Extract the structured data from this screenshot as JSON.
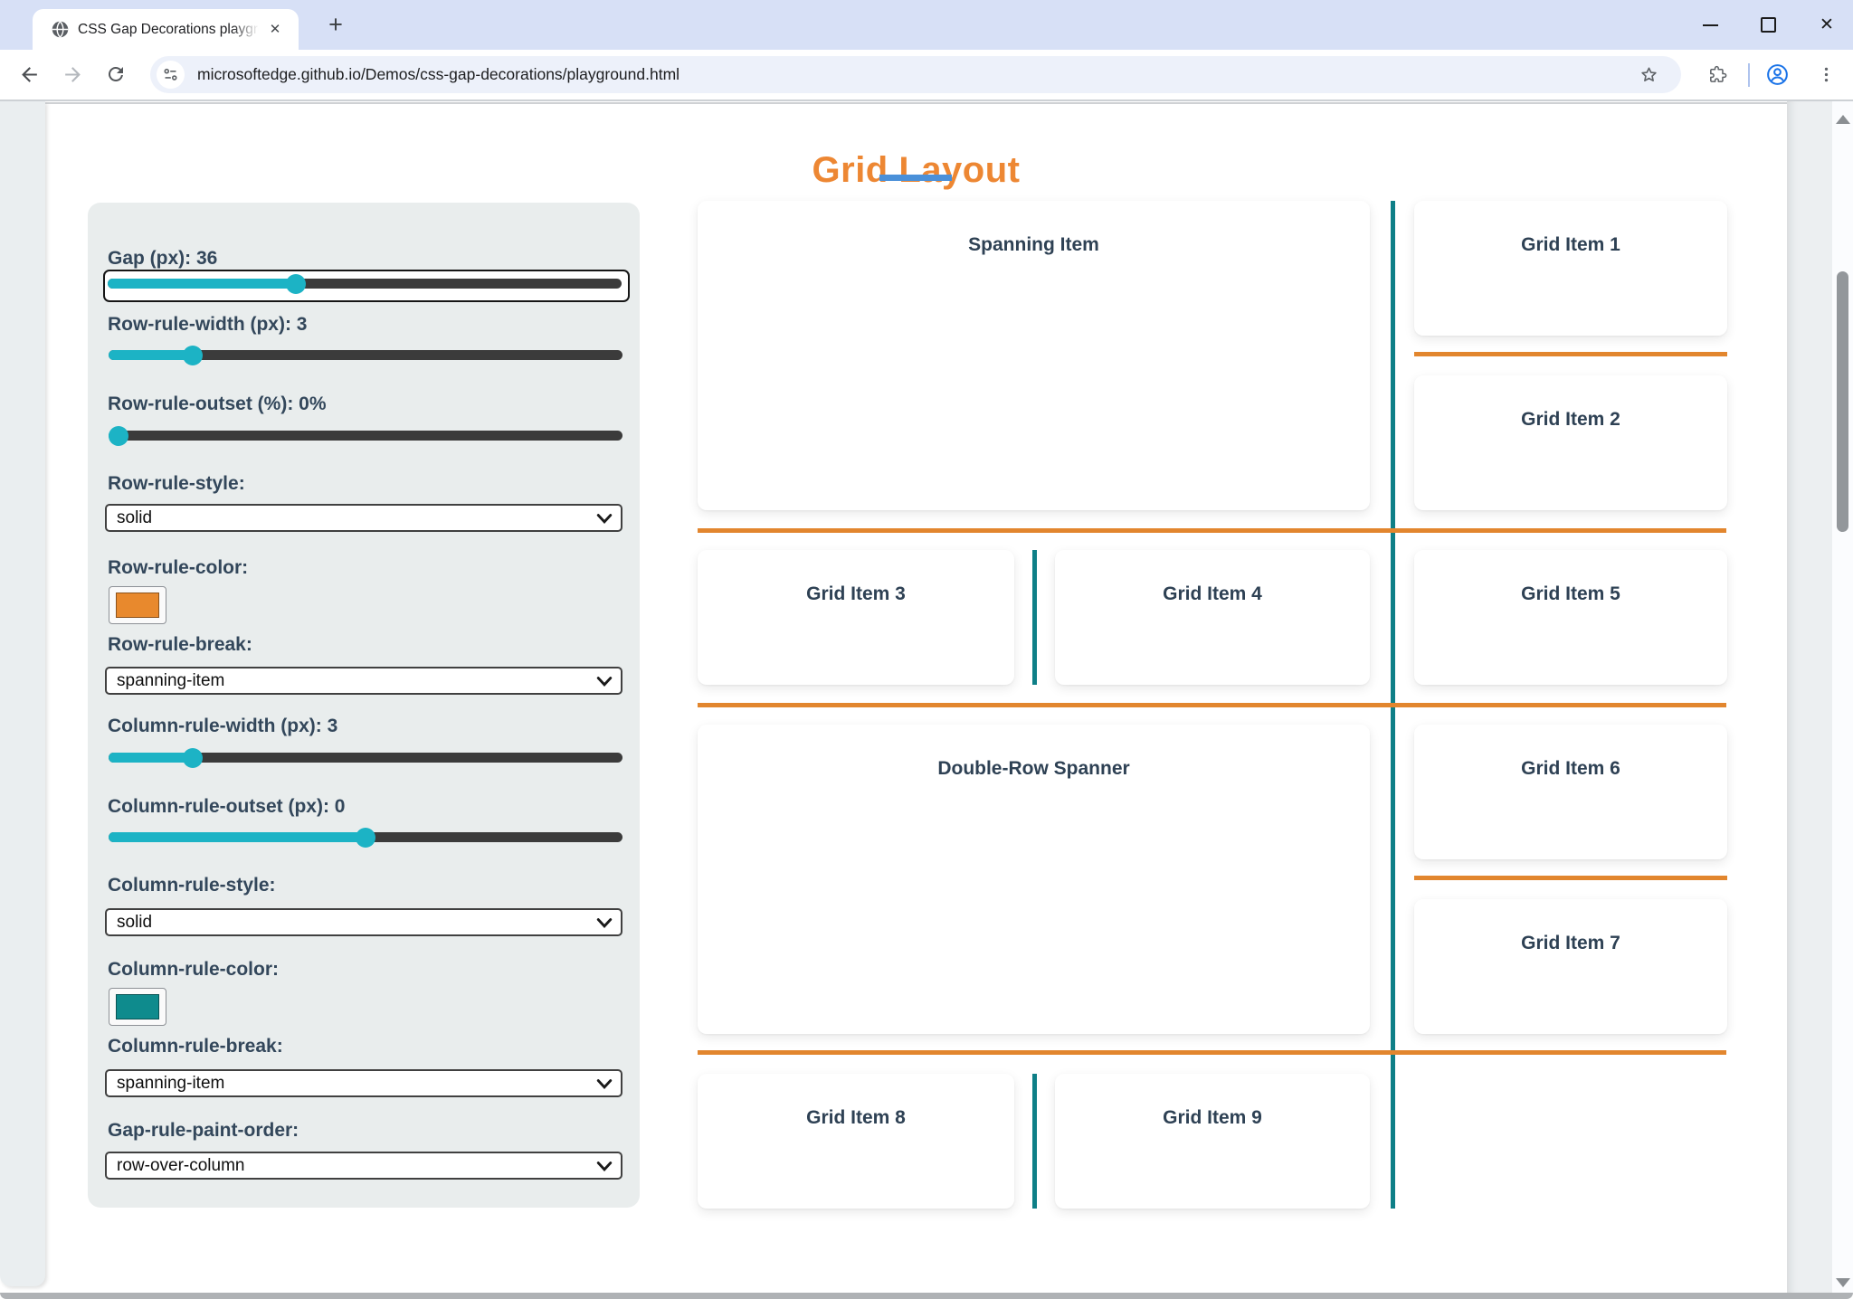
{
  "browser": {
    "tab_title": "CSS Gap Decorations playgroun",
    "url": "microsoftedge.github.io/Demos/css-gap-decorations/playground.html",
    "new_tab_label": "+",
    "close_tab_label": "✕",
    "close_window_label": "✕"
  },
  "page": {
    "title": "Grid Layout",
    "title_color": "#ED8733",
    "underline_color": "#4A90D9"
  },
  "panel": {
    "slider_color": "#1CB3C5",
    "track_color": "#3B3B3B",
    "controls": [
      {
        "type": "slider",
        "label": "Gap (px): 36",
        "pct": 36,
        "focused": true
      },
      {
        "type": "slider",
        "label": "Row-rule-width (px): 3",
        "pct": 15
      },
      {
        "type": "slider",
        "label": "Row-rule-outset (%): 0%",
        "pct": 0
      },
      {
        "type": "select",
        "label": "Row-rule-style:",
        "value": "solid"
      },
      {
        "type": "color",
        "label": "Row-rule-color:",
        "value": "#E8892D"
      },
      {
        "type": "select",
        "label": "Row-rule-break:",
        "value": "spanning-item"
      },
      {
        "type": "slider",
        "label": "Column-rule-width (px): 3",
        "pct": 15
      },
      {
        "type": "slider",
        "label": "Column-rule-outset (px): 0",
        "pct": 50
      },
      {
        "type": "select",
        "label": "Column-rule-style:",
        "value": "solid"
      },
      {
        "type": "color",
        "label": "Column-rule-color:",
        "value": "#0E8B8D"
      },
      {
        "type": "select",
        "label": "Column-rule-break:",
        "value": "spanning-item"
      },
      {
        "type": "select",
        "label": "Gap-rule-paint-order:",
        "value": "row-over-column"
      }
    ]
  },
  "grid": {
    "row_rule_color": "#E2862E",
    "column_rule_color": "#0E7F87",
    "items": [
      {
        "id": "spanning",
        "label": "Spanning Item"
      },
      {
        "id": "g1",
        "label": "Grid Item 1"
      },
      {
        "id": "g2",
        "label": "Grid Item 2"
      },
      {
        "id": "g3",
        "label": "Grid Item 3"
      },
      {
        "id": "g4",
        "label": "Grid Item 4"
      },
      {
        "id": "g5",
        "label": "Grid Item 5"
      },
      {
        "id": "dbl",
        "label": "Double-Row Spanner"
      },
      {
        "id": "g6",
        "label": "Grid Item 6"
      },
      {
        "id": "g7",
        "label": "Grid Item 7"
      },
      {
        "id": "g8",
        "label": "Grid Item 8"
      },
      {
        "id": "g9",
        "label": "Grid Item 9"
      }
    ]
  }
}
